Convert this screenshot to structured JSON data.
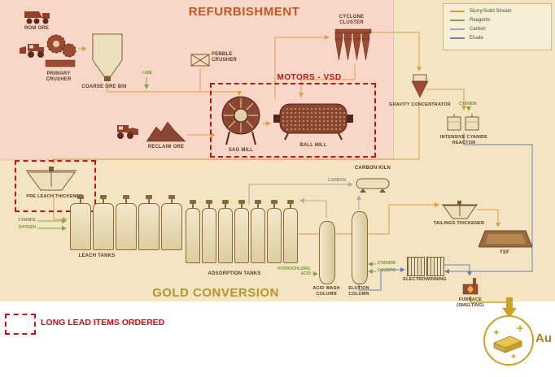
{
  "sections": {
    "refurbishment": "REFURBISHMENT",
    "gold_conversion": "GOLD CONVERSION",
    "motors_vsd": "MOTORS - VSD",
    "long_lead_items": "LONG LEAD ITEMS ORDERED"
  },
  "legend": {
    "items": [
      {
        "label": "Slurry/Solid Stream",
        "color": "#dd9f45"
      },
      {
        "label": "Reagents",
        "color": "#8aa050"
      },
      {
        "label": "Carbon",
        "color": "#a9a9a9"
      },
      {
        "label": "Eluate",
        "color": "#6b7fb3"
      }
    ]
  },
  "equipment": {
    "rom_ore": "ROM ORE",
    "primary_crusher": "PRIMARY CRUSHER",
    "coarse_ore_bin": "COARSE ORE BIN",
    "pebble_crusher": "PEBBLE CRUSHER",
    "cyclone_cluster": "CYCLONE CLUSTER",
    "sag_mill": "SAG MILL",
    "ball_mill": "BALL MILL",
    "reclaim_ore": "RECLAIM ORE",
    "gravity_concentrator": "GRAVITY CONCENTRATOR",
    "intensive_cyanide_reactor": "INTENSIVE CYANIDE REACTOR",
    "pre_leach_thickener": "PRE LEACH THICKENER",
    "leach_tanks": "LEACH TANKS",
    "adsorption_tanks": "ADSORPTION TANKS",
    "carbon_kiln": "CARBON KILN",
    "acid_wash_column": "ACID WASH COLUMN",
    "elution_column": "ELUTION COLUMN",
    "tailings_thickener": "TAILINGS THICKENER",
    "tsf": "TSF",
    "electrowinning": "ELECTROWINNING",
    "furnace": "FURNACE (SMELTING)"
  },
  "streams": {
    "lime": "LIME",
    "cyanide_leach": "CYANIDE",
    "oxygen": "OXYGEN",
    "carbon": "CARBON",
    "cyanide_icr": "CYANIDE",
    "hydrochloric_acid": "HYDROCHLORIC ACID",
    "cyanide_elution": "CYANIDE",
    "caustic": "CAUSTIC"
  },
  "gold": {
    "symbol": "Au"
  },
  "colors": {
    "slurry": "#dd9f45",
    "reagents": "#8aa050",
    "carbon": "#a9a9a9",
    "eluate": "#6b7fb3",
    "highlight": "#cc1111"
  }
}
